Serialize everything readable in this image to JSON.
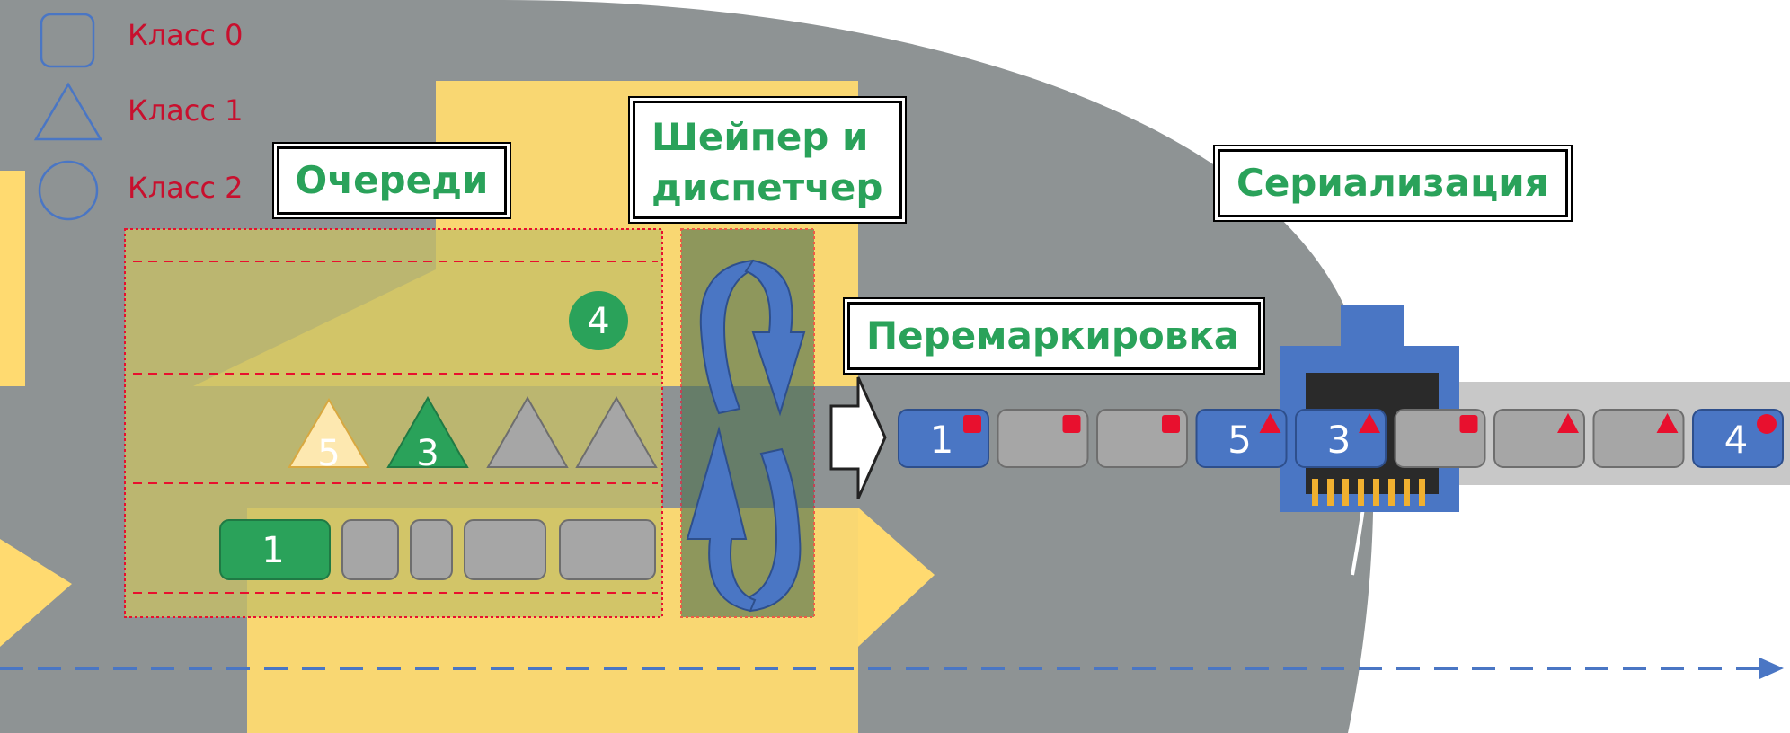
{
  "legend": {
    "class0": "Класс 0",
    "class1": "Класс 1",
    "class2": "Класс 2"
  },
  "labels": {
    "queues": "Очереди",
    "shaper": [
      "Шейпер и",
      "диспетчер"
    ],
    "remarking": "Перемаркировка",
    "serialization": "Сериализация"
  },
  "queue_packets": {
    "class2_circle": "4",
    "class1_triangles": [
      "5",
      "3",
      "",
      ""
    ],
    "class0_rects": [
      "1",
      "",
      "",
      "",
      ""
    ]
  },
  "wire_packets": [
    {
      "number": "1",
      "marker": "square",
      "active": true
    },
    {
      "number": "",
      "marker": "square",
      "active": false
    },
    {
      "number": "",
      "marker": "square",
      "active": false
    },
    {
      "number": "5",
      "marker": "triangle",
      "active": true
    },
    {
      "number": "3",
      "marker": "triangle",
      "active": true
    },
    {
      "number": "",
      "marker": "square",
      "active": false
    },
    {
      "number": "",
      "marker": "triangle",
      "active": false
    },
    {
      "number": "",
      "marker": "triangle",
      "active": false
    },
    {
      "number": "4",
      "marker": "circle",
      "active": true
    }
  ],
  "colors": {
    "green": "#2aa25a",
    "blue": "#4a76c4",
    "gray_packet": "#a6a6a6",
    "red_marker": "#e8102e",
    "legend_text": "#c8102e"
  }
}
